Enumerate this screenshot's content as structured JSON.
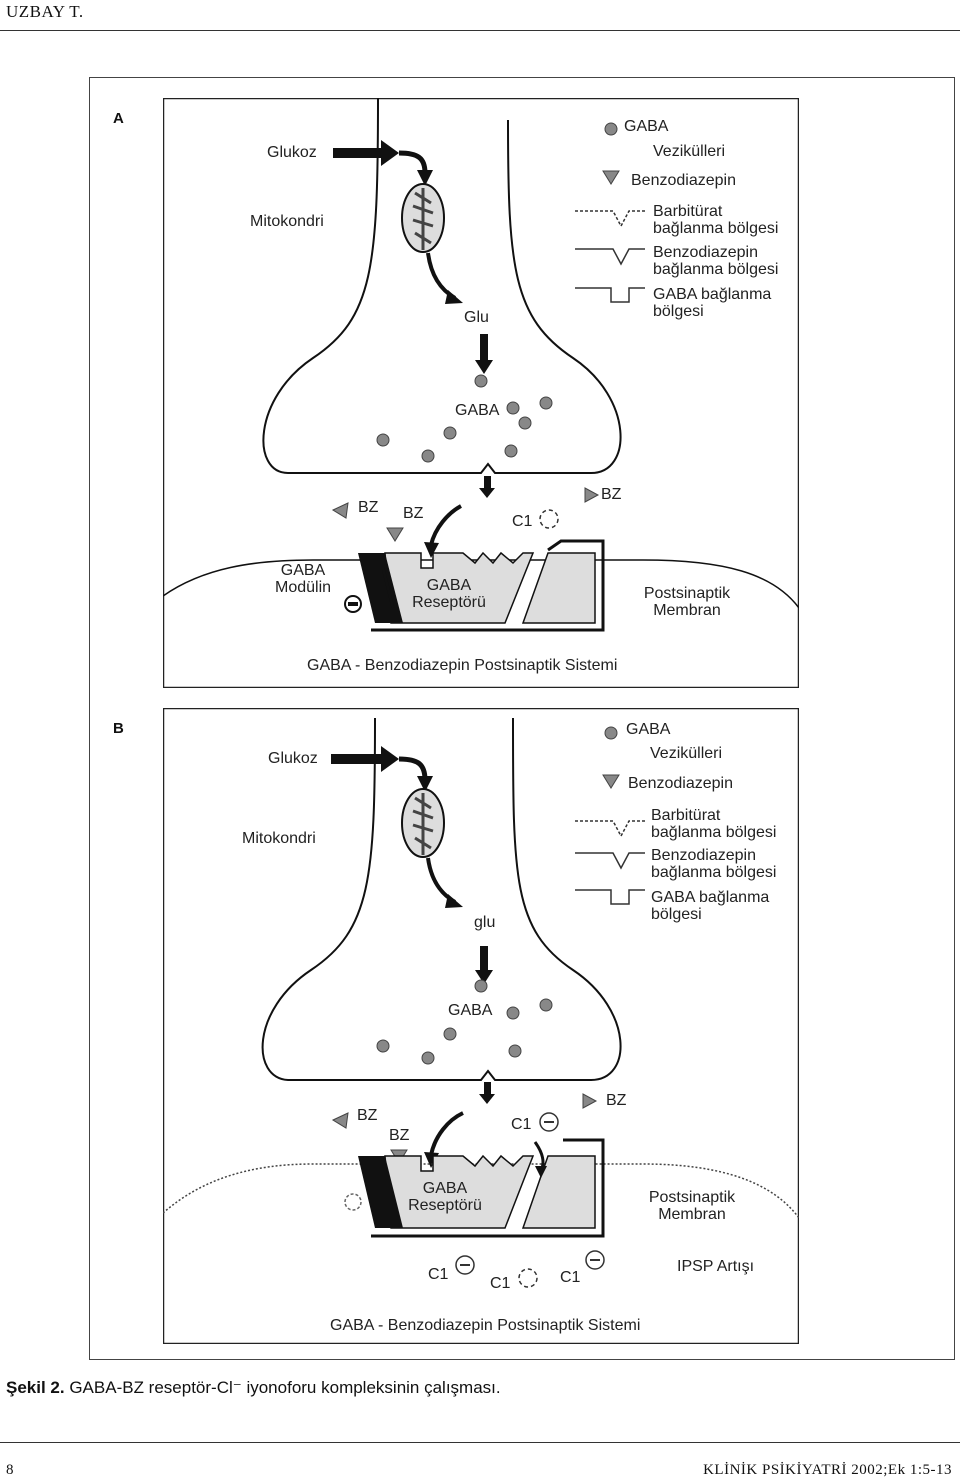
{
  "header": {
    "running_head": "UZBAY T."
  },
  "panel_a": {
    "letter": "A",
    "glukoz": "Glukoz",
    "mitokondri": "Mitokondri",
    "glu": "Glu",
    "gaba_cleft": "GABA",
    "bz1": "BZ",
    "bz2": "BZ",
    "bz3": "BZ",
    "c1": "C1",
    "gaba_modulin": [
      "GABA",
      "Modülin"
    ],
    "gaba_receptor": [
      "GABA",
      "Reseptörü"
    ],
    "postsynaptic": [
      "Postsinaptik",
      "Membran"
    ],
    "title": "GABA - Benzodiazepin Postsinaptik Sistemi",
    "legend": {
      "vesicles": [
        "GABA",
        "Vezikülleri"
      ],
      "benzodiazepine": "Benzodiazepin",
      "barbiturate_site": [
        "Barbitürat",
        "bağlanma bölgesi"
      ],
      "bz_site": [
        "Benzodiazepin",
        "bağlanma bölgesi"
      ],
      "gaba_site": [
        "GABA bağlanma",
        "bölgesi"
      ]
    }
  },
  "panel_b": {
    "letter": "B",
    "glukoz": "Glukoz",
    "mitokondri": "Mitokondri",
    "glu": "glu",
    "gaba_cleft": "GABA",
    "bz1": "BZ",
    "bz2": "BZ",
    "bz3": "BZ",
    "c1_top": "C1",
    "gaba_receptor": [
      "GABA",
      "Reseptörü"
    ],
    "postsynaptic": [
      "Postsinaptik",
      "Membran"
    ],
    "c1_bottom_1": "C1",
    "c1_bottom_2": "C1",
    "c1_bottom_3": "C1",
    "ipsp": "IPSP Artışı",
    "title": "GABA - Benzodiazepin Postsinaptik Sistemi",
    "legend": {
      "vesicles": [
        "GABA",
        "Vezikülleri"
      ],
      "benzodiazepine": "Benzodiazepin",
      "barbiturate_site": [
        "Barbitürat",
        "bağlanma bölgesi"
      ],
      "bz_site": [
        "Benzodiazepin",
        "bağlanma bölgesi"
      ],
      "gaba_site": [
        "GABA bağlanma",
        "bölgesi"
      ]
    }
  },
  "caption": {
    "label": "Şekil 2.",
    "text": " GABA-BZ reseptör-Cl⁻ iyonoforu kompleksinin çalışması."
  },
  "footer": {
    "page_number": "8",
    "journal": "KLİNİK PSİKİYATRİ 2002;Ek 1:5-13"
  }
}
